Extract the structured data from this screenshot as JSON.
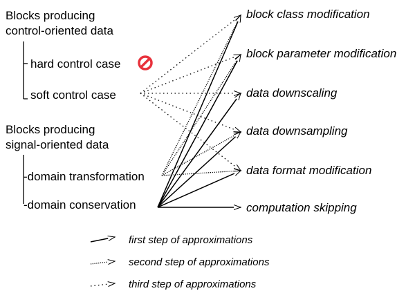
{
  "left": {
    "control_group": {
      "line1": "Blocks producing",
      "line2": "control-oriented data"
    },
    "hard_control": "hard control case",
    "soft_control": "soft control case",
    "signal_group": {
      "line1": "Blocks producing",
      "line2": "signal-oriented data"
    },
    "domain_transformation": "-domain transformation",
    "domain_conservation": "-domain conservation"
  },
  "right": {
    "block_class": "block class modification",
    "block_parameter": "block parameter modification",
    "data_downscaling": "data downscaling",
    "data_downsampling": "data downsampling",
    "data_format": "data format modification",
    "computation_skipping": "computation skipping"
  },
  "legend": {
    "first": "first step of approximations",
    "second": "second step of approximations",
    "third": "third step of approximations"
  },
  "icons": {
    "prohibited": "prohibited-icon",
    "prohibited_color": "#e8323c"
  }
}
